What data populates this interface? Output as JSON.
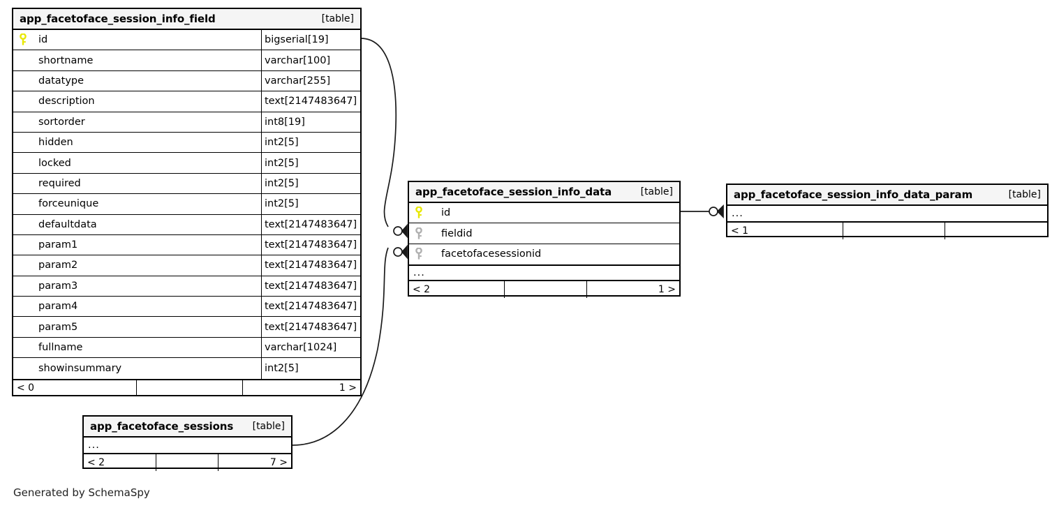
{
  "diagram": {
    "generator_caption": "Generated by SchemaSpy",
    "type_label": "[table]",
    "ellipsis": "...",
    "colors": {
      "primary_key": "#e8e800",
      "foreign_key": "#b0b0b0",
      "node_border": "#000000",
      "title_background": "#f5f5f5",
      "edge": "#1a1a1a",
      "background": "#ffffff"
    }
  },
  "tables": [
    {
      "id": "app_facetoface_session_info_field",
      "name": "app_facetoface_session_info_field",
      "type_label": "[table]",
      "columns": [
        {
          "key": "primary",
          "name": "id",
          "type": "bigserial[19]"
        },
        {
          "key": "none",
          "name": "shortname",
          "type": "varchar[100]"
        },
        {
          "key": "none",
          "name": "datatype",
          "type": "varchar[255]"
        },
        {
          "key": "none",
          "name": "description",
          "type": "text[2147483647]"
        },
        {
          "key": "none",
          "name": "sortorder",
          "type": "int8[19]"
        },
        {
          "key": "none",
          "name": "hidden",
          "type": "int2[5]"
        },
        {
          "key": "none",
          "name": "locked",
          "type": "int2[5]"
        },
        {
          "key": "none",
          "name": "required",
          "type": "int2[5]"
        },
        {
          "key": "none",
          "name": "forceunique",
          "type": "int2[5]"
        },
        {
          "key": "none",
          "name": "defaultdata",
          "type": "text[2147483647]"
        },
        {
          "key": "none",
          "name": "param1",
          "type": "text[2147483647]"
        },
        {
          "key": "none",
          "name": "param2",
          "type": "text[2147483647]"
        },
        {
          "key": "none",
          "name": "param3",
          "type": "text[2147483647]"
        },
        {
          "key": "none",
          "name": "param4",
          "type": "text[2147483647]"
        },
        {
          "key": "none",
          "name": "param5",
          "type": "text[2147483647]"
        },
        {
          "key": "none",
          "name": "fullname",
          "type": "varchar[1024]"
        },
        {
          "key": "none",
          "name": "showinsummary",
          "type": "int2[5]"
        }
      ],
      "has_ellipsis_row": false,
      "footer": {
        "left": "< 0",
        "middle": "",
        "right": "1 >"
      }
    },
    {
      "id": "app_facetoface_session_info_data",
      "name": "app_facetoface_session_info_data",
      "type_label": "[table]",
      "columns": [
        {
          "key": "primary",
          "name": "id",
          "type": ""
        },
        {
          "key": "foreign",
          "name": "fieldid",
          "type": ""
        },
        {
          "key": "foreign",
          "name": "facetofacesessionid",
          "type": ""
        }
      ],
      "has_ellipsis_row": true,
      "footer": {
        "left": "< 2",
        "middle": "",
        "right": "1 >"
      }
    },
    {
      "id": "app_facetoface_session_info_data_param",
      "name": "app_facetoface_session_info_data_param",
      "type_label": "[table]",
      "columns": [],
      "has_ellipsis_row": true,
      "footer": {
        "left": "< 1",
        "middle": "",
        "right": ""
      }
    },
    {
      "id": "app_facetoface_sessions",
      "name": "app_facetoface_sessions",
      "type_label": "[table]",
      "columns": [],
      "has_ellipsis_row": true,
      "footer": {
        "left": "< 2",
        "middle": "",
        "right": "7 >"
      }
    }
  ],
  "relationships": [
    {
      "from_table": "app_facetoface_session_info_field",
      "from_column": "id",
      "to_table": "app_facetoface_session_info_data",
      "to_column": "fieldid",
      "notation": "zero-or-many"
    },
    {
      "from_table": "app_facetoface_sessions",
      "from_column": "",
      "to_table": "app_facetoface_session_info_data",
      "to_column": "facetofacesessionid",
      "notation": "zero-or-many"
    },
    {
      "from_table": "app_facetoface_session_info_data",
      "from_column": "id",
      "to_table": "app_facetoface_session_info_data_param",
      "to_column": "",
      "notation": "zero-or-many"
    }
  ]
}
